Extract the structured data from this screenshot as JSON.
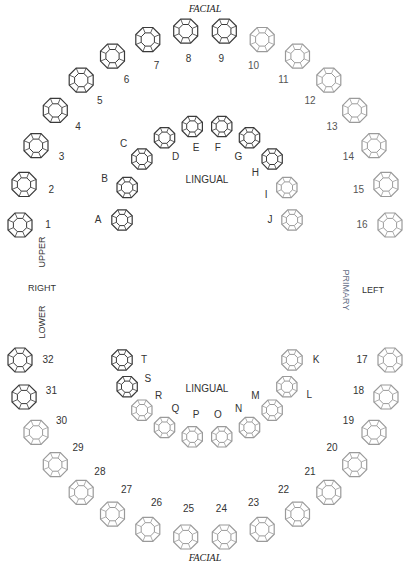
{
  "diagram": {
    "labels": [
      "FACIAL",
      "1",
      "2",
      "3",
      "4",
      "5",
      "6",
      "7",
      "8",
      "9",
      "10",
      "11",
      "12",
      "13",
      "14",
      "15",
      "16",
      "A",
      "B",
      "C",
      "D",
      "E",
      "F",
      "G",
      "H",
      "I",
      "J",
      "LINGUAL",
      "UPPER",
      "LOWER",
      "RIGHT",
      "PRIMARY",
      "LEFT",
      "K",
      "L",
      "M",
      "N",
      "O",
      "P",
      "Q",
      "R",
      "S",
      "T",
      "LINGUAL",
      "17",
      "18",
      "19",
      "20",
      "21",
      "22",
      "23",
      "24",
      "25",
      "26",
      "27",
      "28",
      "29",
      "30",
      "31",
      "32",
      "FACIAL"
    ]
  }
}
